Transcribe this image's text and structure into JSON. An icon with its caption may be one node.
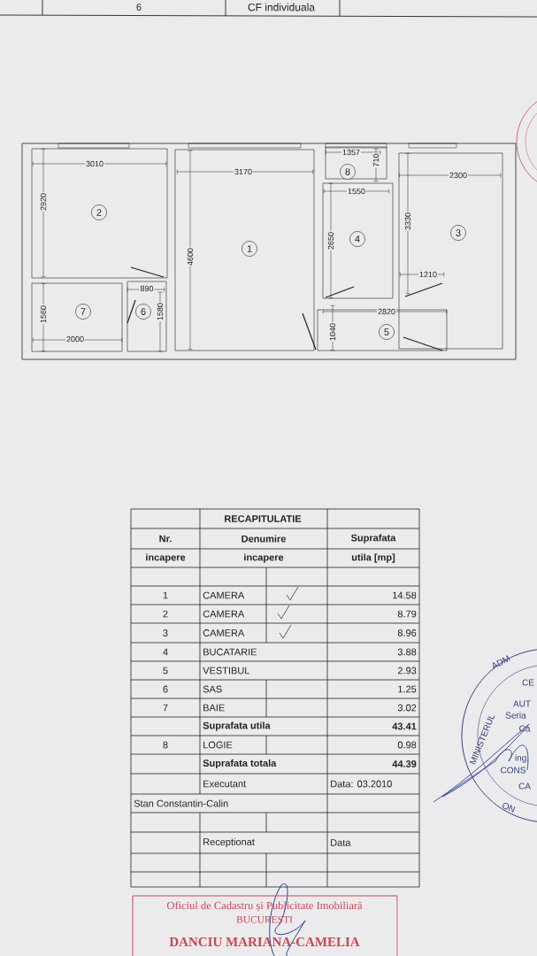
{
  "diagram": {
    "nodes": [
      {
        "text": [
          "8"
        ]
      },
      {
        "text": [
          "2"
        ]
      },
      {
        "text": [
          "3"
        ]
      },
      {
        "text": [
          "4"
        ]
      },
      {
        "text": [
          "1"
        ]
      },
      {
        "text": [
          "7"
        ]
      },
      {
        "text": [
          "6"
        ]
      },
      {
        "text": [
          "5"
        ]
      }
    ],
    "labels": [
      "6",
      "CF individuala",
      "3010",
      "2920",
      "3170",
      "4600",
      "1357",
      "710",
      "1550",
      "2300",
      "2650",
      "3330",
      "890",
      "1210",
      "2820",
      "1560",
      "1580",
      "1040",
      "2000",
      "RECAPITULATIE",
      "Nr.",
      "Denumire",
      "Suprafata",
      "incapere",
      "incapere",
      "utila [mp]",
      "1",
      "CAMERA",
      "14.58",
      "2",
      "CAMERA",
      "8.79",
      "3",
      "CAMERA",
      "8.96",
      "4",
      "BUCATARIE",
      "3.88",
      "5",
      "VESTIBUL",
      "2.93",
      "6",
      "SAS",
      "1.25",
      "7",
      "BAIE",
      "3.02",
      "Suprafata utila",
      "43.41",
      "8",
      "LOGIE",
      "0.98",
      "Suprafata totala",
      "44.39",
      "Executant",
      "Data: 03.2010",
      "Stan Constantin-Calin",
      "Receptionat",
      "Data",
      "MINISTERUL",
      "ADM",
      "CE",
      "AUT",
      "Seria",
      "Ca",
      "ing.",
      "CONS",
      "CA",
      "ON",
      "Oficiul de Cadastru și Publicitate Imobiliară",
      "BUCUREȘTI",
      "DANCIU MARIANA-CAMELIA"
    ]
  }
}
